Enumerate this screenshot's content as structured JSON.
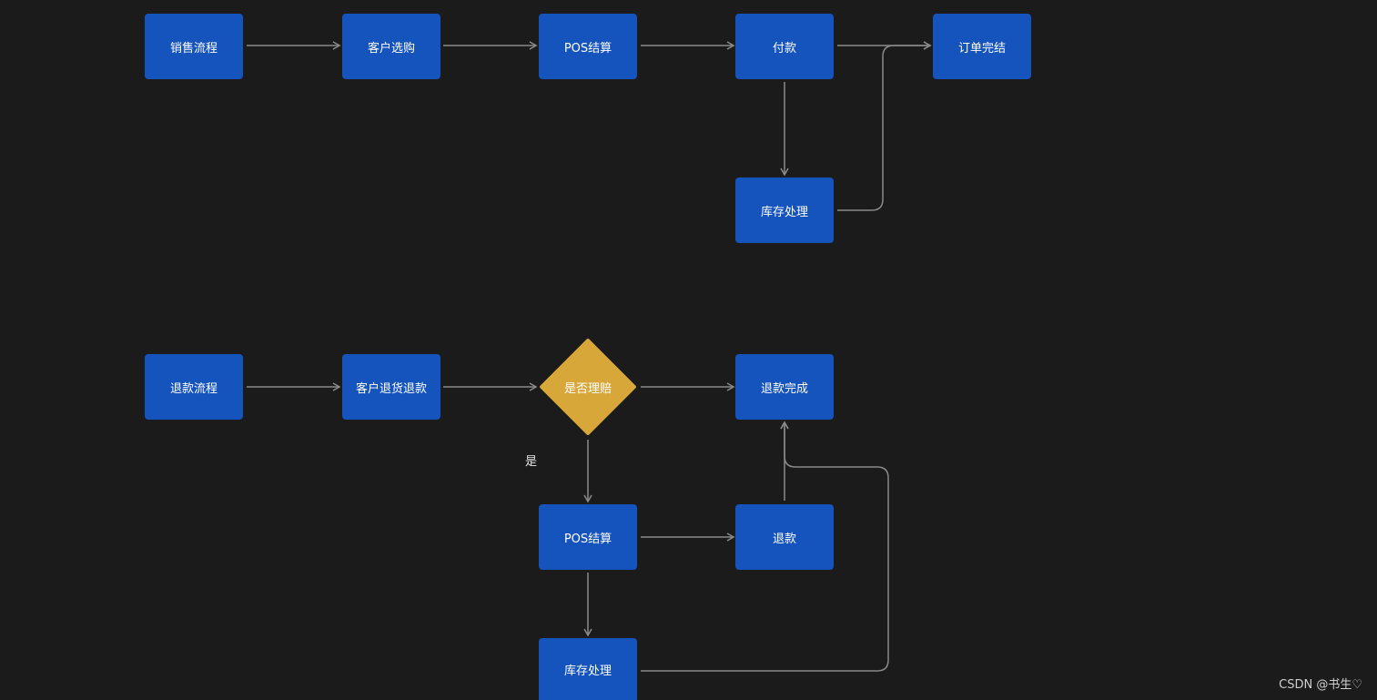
{
  "colors": {
    "background": "#1b1b1b",
    "process": "#1553bd",
    "decision": "#d7a73a",
    "line": "#8a8a8a",
    "text": "#ffffff"
  },
  "sales": {
    "start": "销售流程",
    "browse": "客户选购",
    "pos": "POS结算",
    "pay": "付款",
    "complete": "订单完结",
    "inventory": "库存处理"
  },
  "refund": {
    "start": "退款流程",
    "return": "客户退货退款",
    "decision": "是否理赔",
    "yes_label": "是",
    "complete": "退款完成",
    "pos": "POS结算",
    "refund_step": "退款",
    "inventory": "库存处理"
  },
  "watermark": "CSDN @书生♡"
}
